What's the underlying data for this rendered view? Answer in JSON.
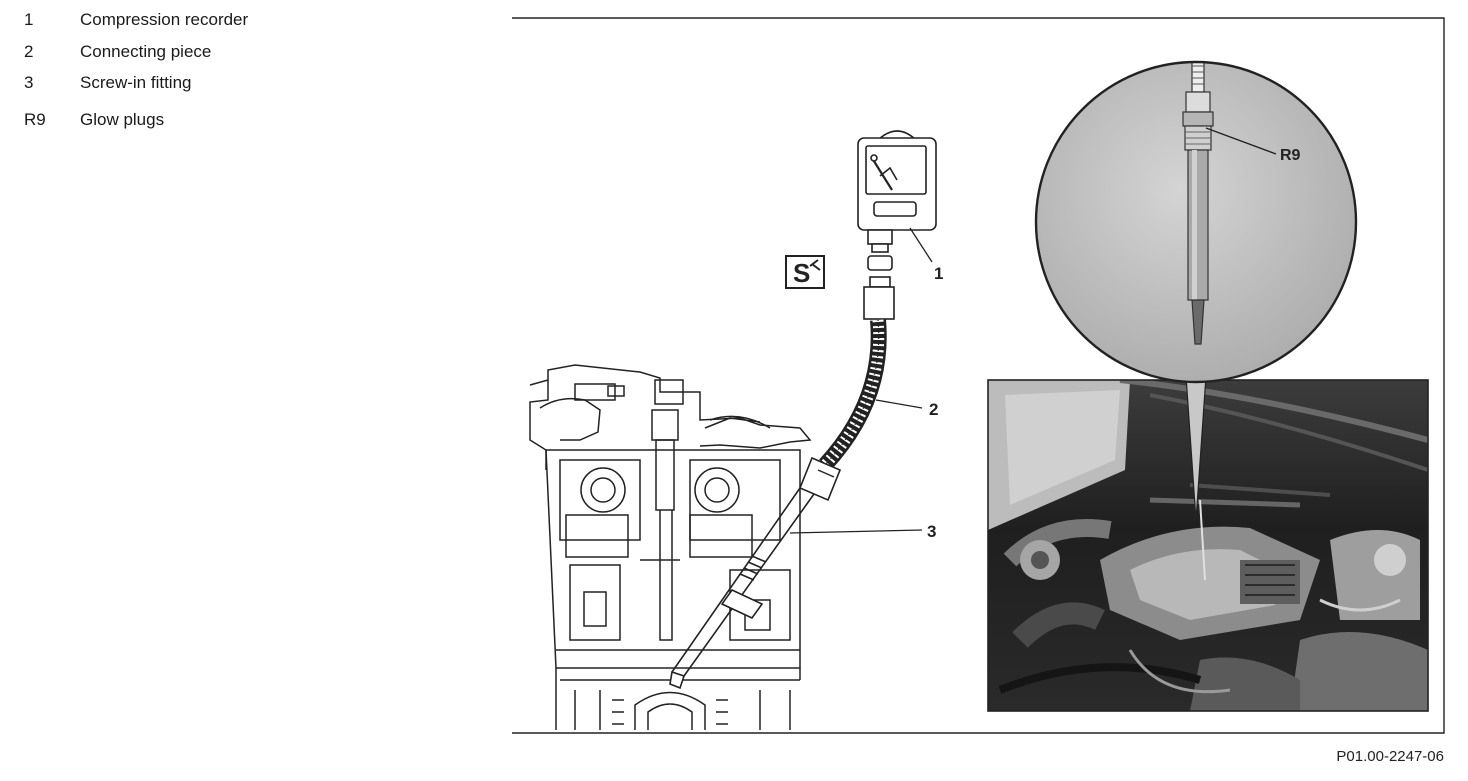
{
  "legend": {
    "items": [
      {
        "num": "1",
        "text": "Compression recorder"
      },
      {
        "num": "2",
        "text": "Connecting piece"
      },
      {
        "num": "3",
        "text": "Screw-in fitting"
      },
      {
        "num": "R9",
        "text": "Glow plugs"
      }
    ]
  },
  "figure": {
    "callouts": {
      "c1": "1",
      "c2": "2",
      "c3": "3",
      "r9": "R9"
    },
    "tool_symbol": "S",
    "figure_id": "P01.00-2247-06"
  },
  "colors": {
    "line": "#222222",
    "photo_dark": "#2b2b2b",
    "photo_mid": "#5a5a5a",
    "photo_light": "#9a9a9a",
    "circle_bg": "#bdbdbd"
  }
}
